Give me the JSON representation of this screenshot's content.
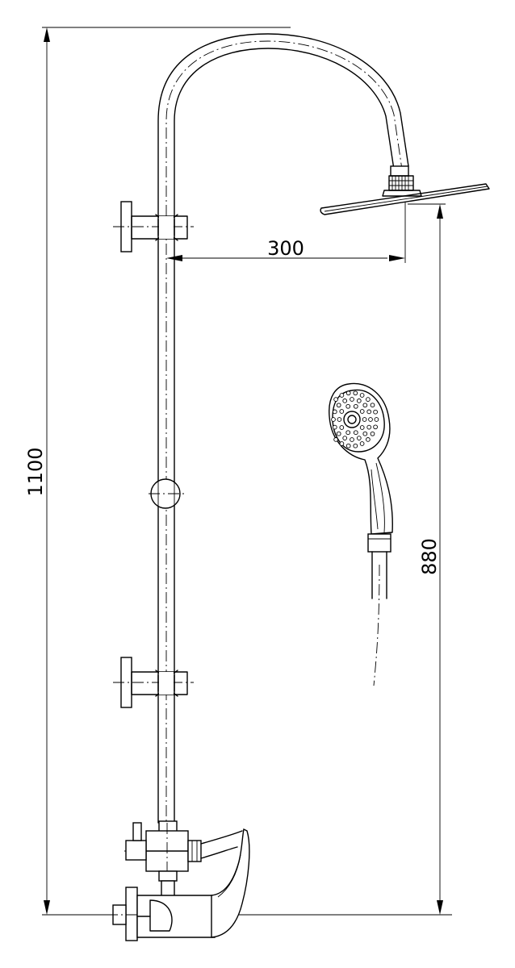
{
  "drawing": {
    "dimensions": {
      "total_height": "1100",
      "arm_reach": "300",
      "head_height": "880"
    }
  }
}
